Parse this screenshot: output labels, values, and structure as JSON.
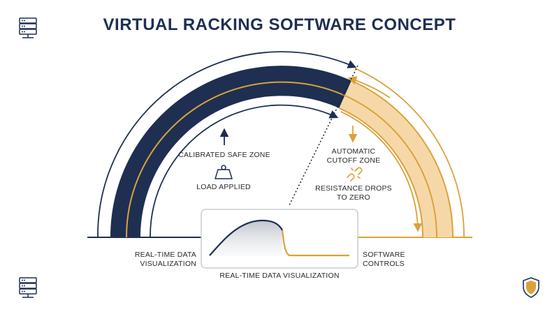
{
  "title": "VIRTUAL RACKING SOFTWARE CONCEPT",
  "labels": {
    "safe_zone": "CALIBRATED SAFE ZONE",
    "load_applied": "LOAD APPLIED",
    "cutoff_line1": "AUTOMATIC",
    "cutoff_line2": "CUTOFF ZONE",
    "resistance_line1": "RESISTANCE DROPS",
    "resistance_line2": "TO ZERO",
    "left_viz_line1": "REAL-TIME DATA",
    "left_viz_line2": "VISUALIZATION",
    "software_line1": "SOFTWARE",
    "software_line2": "CONTROLS",
    "bottom_viz": "REAL-TIME DATA VISUALIZATION"
  },
  "colors": {
    "navy": "#1e2f52",
    "gold": "#dba23a",
    "peach": "#f6d8a8"
  },
  "icons": {
    "top_left": "server-rack-icon",
    "bottom_left": "server-rack-icon",
    "bottom_right": "shield-icon",
    "load": "weight-icon",
    "resistance": "broken-link-icon"
  }
}
